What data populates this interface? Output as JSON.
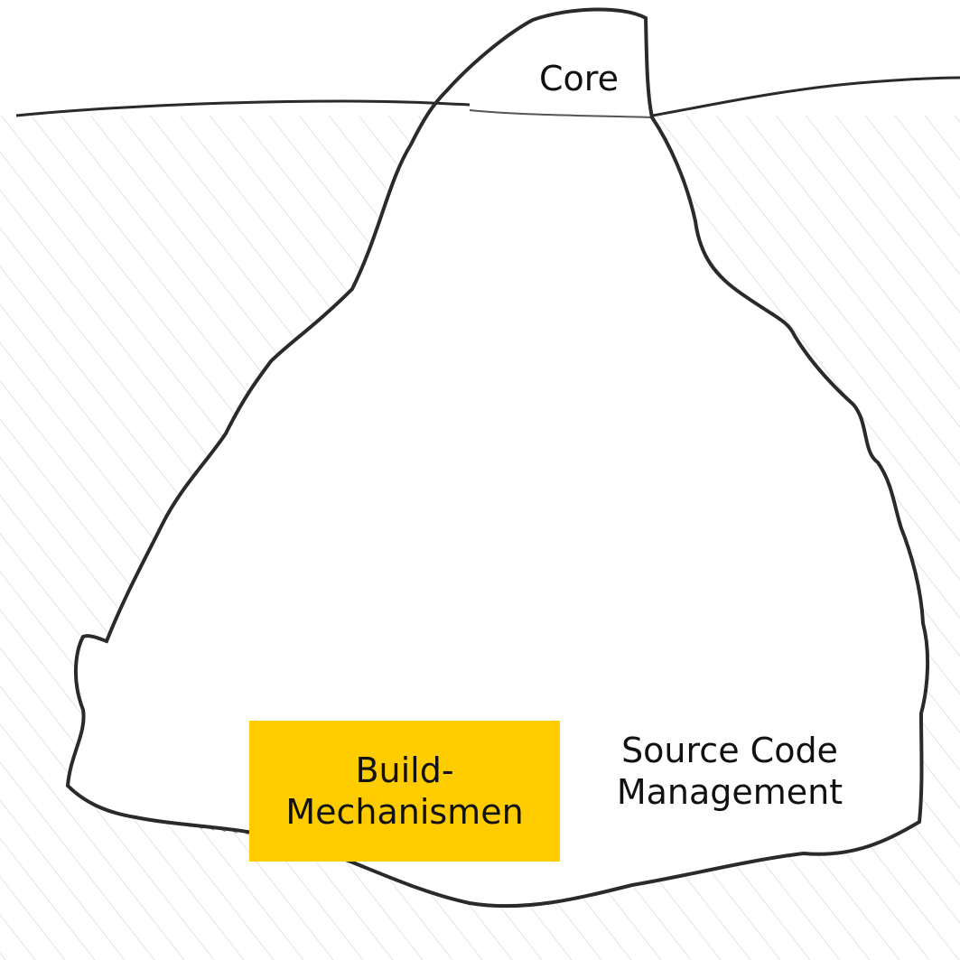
{
  "diagram": {
    "labels": {
      "core": "Core",
      "build": "Build-\nMechanismen",
      "scm": "Source Code\nManagement"
    },
    "colors": {
      "ink": "#2a2a2a",
      "water_hatch": "#c9c9c9",
      "shadow": "#6f6f6f",
      "highlight": "#ffcc00",
      "background": "#ffffff"
    }
  }
}
